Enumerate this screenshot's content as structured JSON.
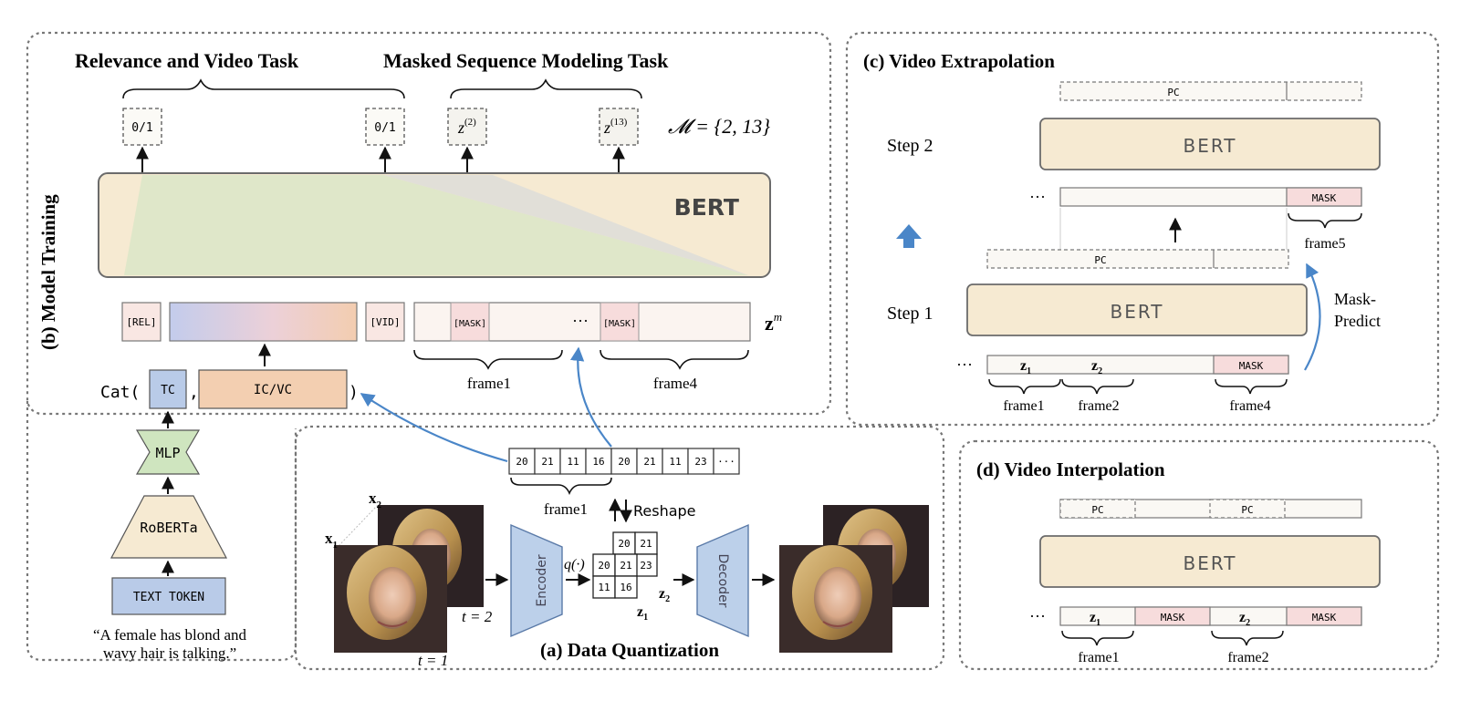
{
  "panels": {
    "model_training": {
      "title": "(b) Model Training",
      "task_relevance": "Relevance and Video Task",
      "task_masked": "Masked Sequence Modeling Task",
      "outputs": [
        "0/1",
        "0/1",
        "z",
        "z"
      ],
      "output_superscripts": [
        "(2)",
        "(13)"
      ],
      "mask_set": "𝓜 = {2, 13}",
      "bert": "BERT",
      "tokens": {
        "rel": "[REL]",
        "vid": "[VID]",
        "mask": "[MASK]",
        "ellipsis": "···"
      },
      "zm": "z",
      "zm_sup": "m",
      "frame_labels": [
        "frame1",
        "frame4"
      ],
      "cat": "Cat(",
      "cat_close": ")",
      "comma": ",",
      "tc": "TC",
      "icvc": "IC/VC",
      "mlp": "MLP",
      "roberta": "RoBERTa",
      "text_token": "TEXT TOKEN",
      "caption_line1": "“A female has blond and",
      "caption_line2": "wavy hair is talking.”"
    },
    "data_quantization": {
      "title": "(a) Data Quantization",
      "codes": [
        "20",
        "21",
        "11",
        "16",
        "20",
        "21",
        "11",
        "23",
        "···"
      ],
      "frame_label": "frame1",
      "reshape": "Reshape",
      "encoder": "Encoder",
      "decoder": "Decoder",
      "q": "q(·)",
      "grid_front": [
        "20",
        "21",
        "11",
        "16"
      ],
      "grid_back": [
        "20",
        "21",
        "23"
      ],
      "x1": "x",
      "x1_sub": "1",
      "x2": "x",
      "x2_sub": "2",
      "t1": "t = 1",
      "t2": "t = 2",
      "z1": "z",
      "z1_sub": "1",
      "z2": "z",
      "z2_sub": "2"
    },
    "video_extrapolation": {
      "title": "(c) Video Extrapolation",
      "step1": "Step 1",
      "step2": "Step 2",
      "bert": "BERT",
      "pc": "PC",
      "mask": "MASK",
      "ellipsis": "···",
      "z1": "z",
      "z1_sub": "1",
      "z2": "z",
      "z2_sub": "2",
      "frame_labels": [
        "frame1",
        "frame2",
        "frame4",
        "frame5"
      ],
      "mask_predict_1": "Mask-",
      "mask_predict_2": "Predict"
    },
    "video_interpolation": {
      "title": "(d) Video Interpolation",
      "bert": "BERT",
      "pc": "PC",
      "mask": "MASK",
      "ellipsis": "···",
      "z1": "z",
      "z1_sub": "1",
      "z2": "z",
      "z2_sub": "2",
      "frame_labels": [
        "frame1",
        "frame2"
      ]
    }
  },
  "colors": {
    "bert_fill": "#f6ead2",
    "bert_stroke": "#6b6b6b",
    "tc_fill": "#b9cbe8",
    "icvc_fill": "#f3cfb1",
    "mlp_fill": "#cfe5bf",
    "mask_fill": "#f7dcdc",
    "encoder_fill": "#bcd0ea",
    "arrow_blue": "#4a86c8",
    "border_dotted": "#777777"
  }
}
